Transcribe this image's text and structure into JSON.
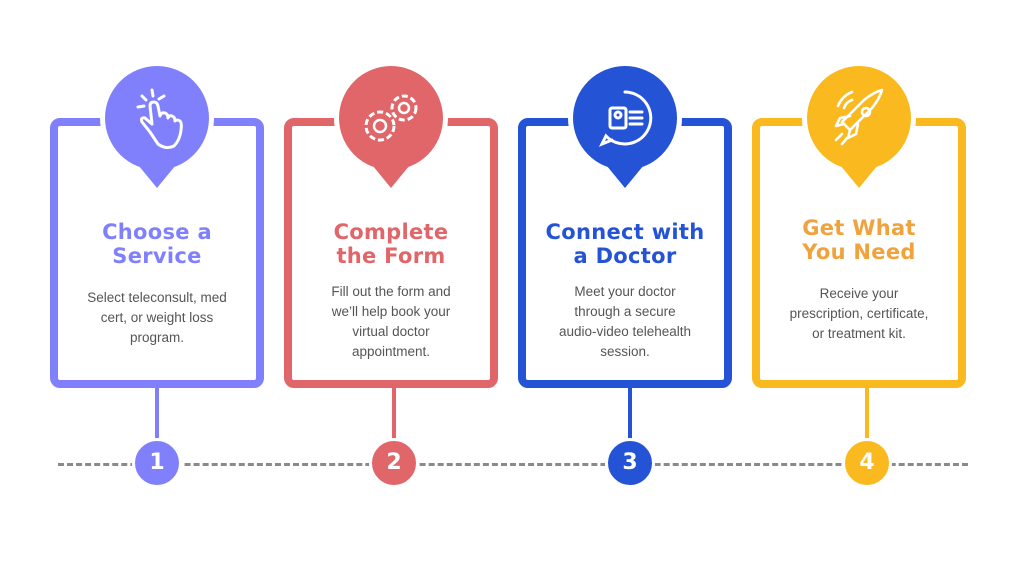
{
  "colors": {
    "purple": "#8080fc",
    "red": "#e0666a",
    "blue": "#2453d6",
    "yellow": "#fbb920",
    "title4": "#f0a23c",
    "text": "#555555"
  },
  "steps": [
    {
      "number": "1",
      "title_line1": "Choose a",
      "title_line2": "Service",
      "desc": [
        "Select teleconsult, med",
        "cert, or weight loss",
        "program."
      ],
      "icon": "pointing-hand-icon"
    },
    {
      "number": "2",
      "title_line1": "Complete",
      "title_line2": "the Form",
      "desc": [
        "Fill out the form and",
        "we’ll help book your",
        "virtual doctor",
        "appointment."
      ],
      "icon": "gears-icon"
    },
    {
      "number": "3",
      "title_line1": "Connect with",
      "title_line2": "a Doctor",
      "desc": [
        "Meet your doctor",
        "through a secure",
        "audio-video telehealth",
        "session."
      ],
      "icon": "contact-chat-icon"
    },
    {
      "number": "4",
      "title_line1": "Get What",
      "title_line2": "You Need",
      "desc": [
        "Receive your",
        "prescription, certificate,",
        "or treatment kit."
      ],
      "icon": "rocket-icon"
    }
  ]
}
